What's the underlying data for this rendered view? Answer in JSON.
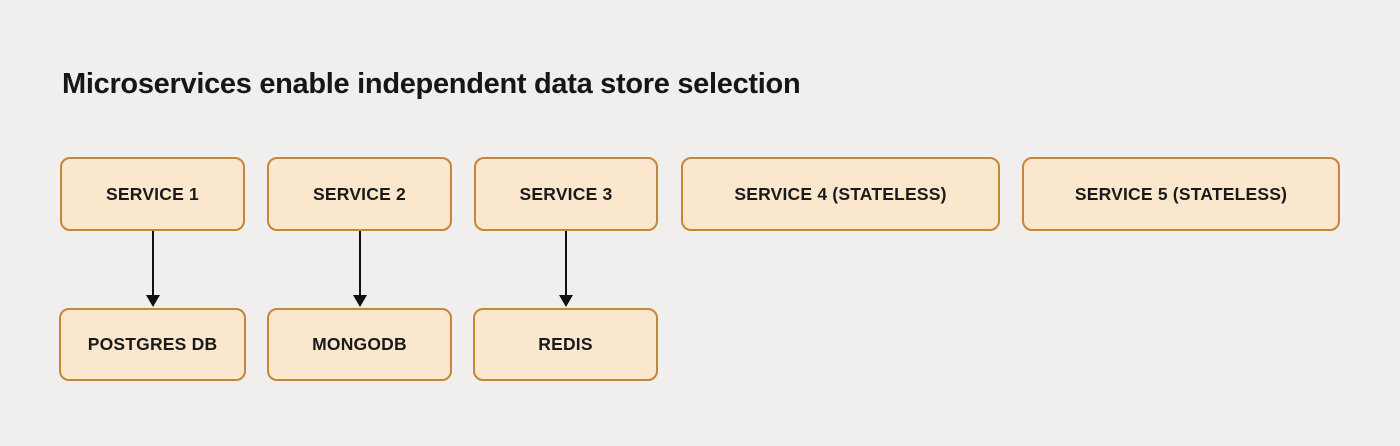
{
  "title": "Microservices enable independent data store selection",
  "colors": {
    "background": "#F0EFED",
    "node_fill": "#FAE7CE",
    "node_border": "#C6863A",
    "text": "#1A1A1A",
    "arrow": "#111111"
  },
  "diagram": {
    "services": [
      {
        "label": "SERVICE 1"
      },
      {
        "label": "SERVICE 2"
      },
      {
        "label": "SERVICE 3"
      },
      {
        "label": "SERVICE 4 (STATELESS)"
      },
      {
        "label": "SERVICE 5 (STATELESS)"
      }
    ],
    "datastores": [
      {
        "label": "POSTGRES DB"
      },
      {
        "label": "MONGODB"
      },
      {
        "label": "REDIS"
      }
    ],
    "connections": [
      {
        "from": "SERVICE 1",
        "to": "POSTGRES DB"
      },
      {
        "from": "SERVICE 2",
        "to": "MONGODB"
      },
      {
        "from": "SERVICE 3",
        "to": "REDIS"
      }
    ]
  }
}
